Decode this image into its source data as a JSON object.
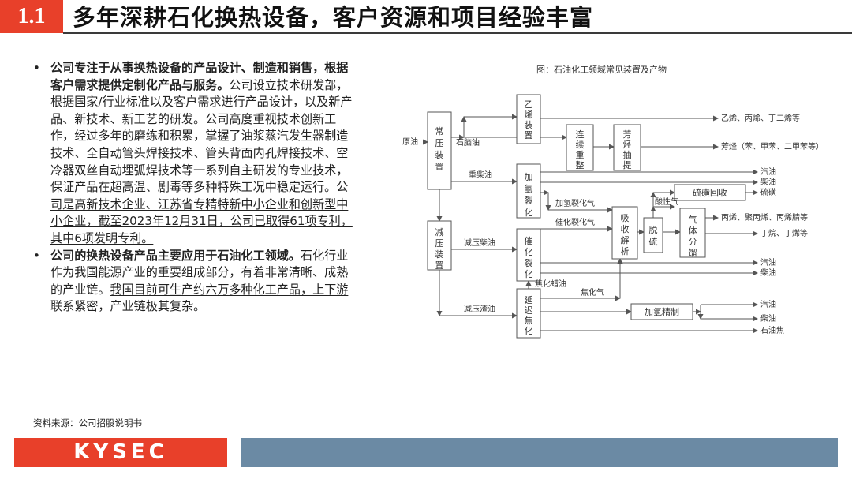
{
  "header": {
    "section_number": "1.1",
    "title": "多年深耕石化换热设备，客户资源和项目经验丰富"
  },
  "body": {
    "bullet1": {
      "bold": "公司专注于从事换热设备的产品设计、制造和销售，根据客户需求提供定制化产品与服务。",
      "normal": "公司设立技术研发部，根据国家/行业标准以及客户需求进行产品设计，以及新产品、新技术、新工艺的研发。公司高度重视技术创新工作，经过多年的磨练和积累，掌握了油浆蒸汽发生器制造技术、全自动管头焊接技术、管头背面内孔焊接技术、空冷器双丝自动埋弧焊技术等一系列自主研发的专业技术，保证产品在超高温、剧毒等多种特殊工况中稳定运行。",
      "underlined": "公司是高新技术企业、江苏省专精特新中小企业和创新型中小企业，截至2023年12月31日，公司已取得61项专利，其中6项发明专利。"
    },
    "bullet2": {
      "bold": "公司的换热设备产品主要应用于石油化工领域。",
      "normal": "石化行业作为我国能源产业的重要组成部分，有着非常清晰、成熟的产业链。",
      "underlined": "我国目前可生产约六万多种化工产品，上下游联系紧密，产业链极其复杂。"
    },
    "bullet_symbol": "•"
  },
  "figure": {
    "caption": "图：石油化工领域常见装置及产物",
    "input_label": "原油",
    "units": {
      "atmos": [
        "常",
        "压",
        "装",
        "置"
      ],
      "ethylene": [
        "乙",
        "烯",
        "装",
        "置"
      ],
      "reforming": [
        "连",
        "续",
        "重",
        "整"
      ],
      "aromatics_ext": [
        "芳",
        "烃",
        "抽",
        "提"
      ],
      "vacuum": [
        "减",
        "压",
        "装",
        "置"
      ],
      "hydrocracking": [
        "加",
        "氢",
        "裂",
        "化"
      ],
      "fcc": [
        "催",
        "化",
        "裂",
        "化"
      ],
      "coking": [
        "延",
        "迟",
        "焦",
        "化"
      ],
      "absorption": [
        "吸",
        "收",
        "解",
        "析"
      ],
      "desulf": [
        "脱",
        "硫"
      ],
      "gas_sep": [
        "气",
        "体",
        "分",
        "馏"
      ],
      "sulfur_recovery": "硫磺回收",
      "hydrorefining": "加氢精制"
    },
    "streams": {
      "naphtha": "石脑油",
      "heavy_diesel": "重柴油",
      "vacuum_diesel": "减压柴油",
      "vacuum_residue": "减压渣油",
      "hc_gas": "加氢裂化气",
      "fcc_gas": "催化裂化气",
      "coker_wax": "焦化蜡油",
      "coker_gas": "焦化气",
      "acid_gas": "酸性气"
    },
    "products": {
      "olefins": "乙烯、丙烯、丁二烯等",
      "aromatics": "芳烃（苯、甲苯、二甲苯等）",
      "gasoline": "汽油",
      "diesel": "柴油",
      "sulfur": "硫磺",
      "propylene": "丙烯、聚丙烯、丙烯腈等",
      "butane": "丁烷、丁烯等",
      "coke": "石油焦"
    }
  },
  "source": "资料来源：公司招股说明书",
  "footer": {
    "logo_text": "KYSEC"
  },
  "colors": {
    "accent": "#e8402a",
    "footer_bar": "#6b8aa4"
  }
}
